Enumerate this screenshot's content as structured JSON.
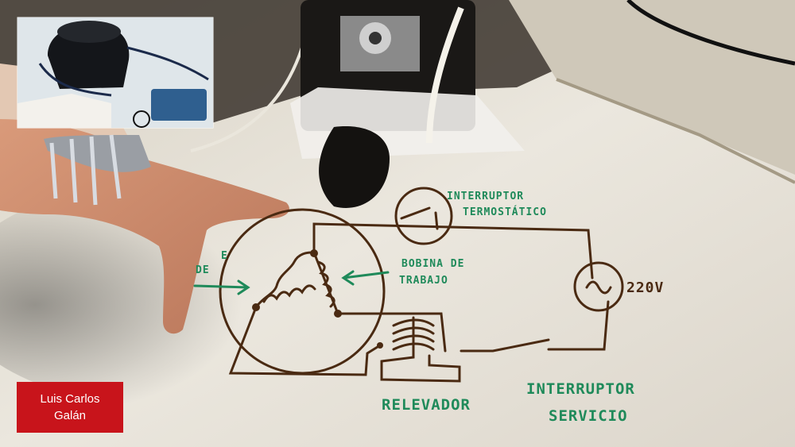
{
  "diagram": {
    "label_thermostat_switch_line1": "INTERRUPTOR",
    "label_thermostat_switch_line2": "TERMOSTÁTICO",
    "label_work_coil_line1": "BOBINA DE",
    "label_work_coil_line2": "TRABAJO",
    "label_voltage": "220V",
    "label_relay": "RELEVADOR",
    "label_service_switch_line1": "INTERRUPTOR",
    "label_service_switch_line2": "SERVICIO",
    "label_partial_1": "E",
    "label_partial_2": "DE"
  },
  "credit": {
    "line1": "Luis Carlos",
    "line2": "Galán"
  },
  "colors": {
    "ink_brown": "#4a2a12",
    "ink_green": "#1f8a5a",
    "board": "#e9e4da",
    "credit_bg": "#c8141b"
  }
}
